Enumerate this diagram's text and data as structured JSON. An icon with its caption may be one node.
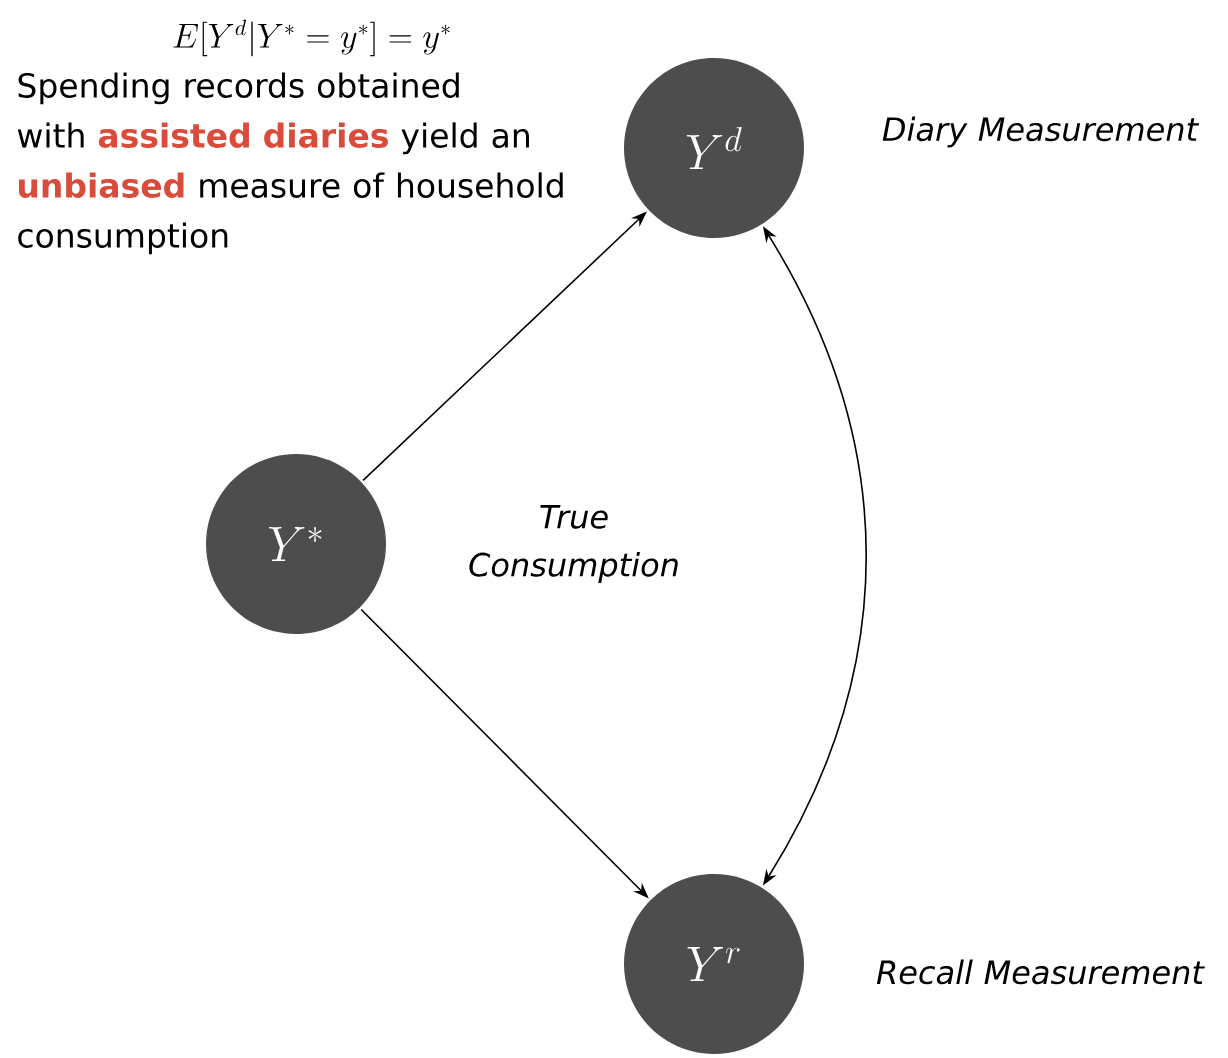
{
  "diagram": {
    "nodes": [
      {
        "text": [
          "Y^d"
        ],
        "beside": [
          "Diary Measurement"
        ]
      },
      {
        "text": [
          "Y^*"
        ],
        "beside": [
          "True Consumption"
        ]
      },
      {
        "text": [
          "Y^r"
        ],
        "beside": [
          "Recall Measurement"
        ]
      }
    ],
    "edges": [
      {
        "from": 1,
        "to": 0,
        "arrow": "to"
      },
      {
        "from": 1,
        "to": 2,
        "arrow": "to"
      },
      {
        "from": 0,
        "to": 2,
        "arrow": "both"
      }
    ],
    "labels": [
      "E[Y^d|Y^* = y^*] = y^*",
      "Spending records obtained with **assisted diaries** yield an **unbiased** measure of household consumption"
    ]
  }
}
